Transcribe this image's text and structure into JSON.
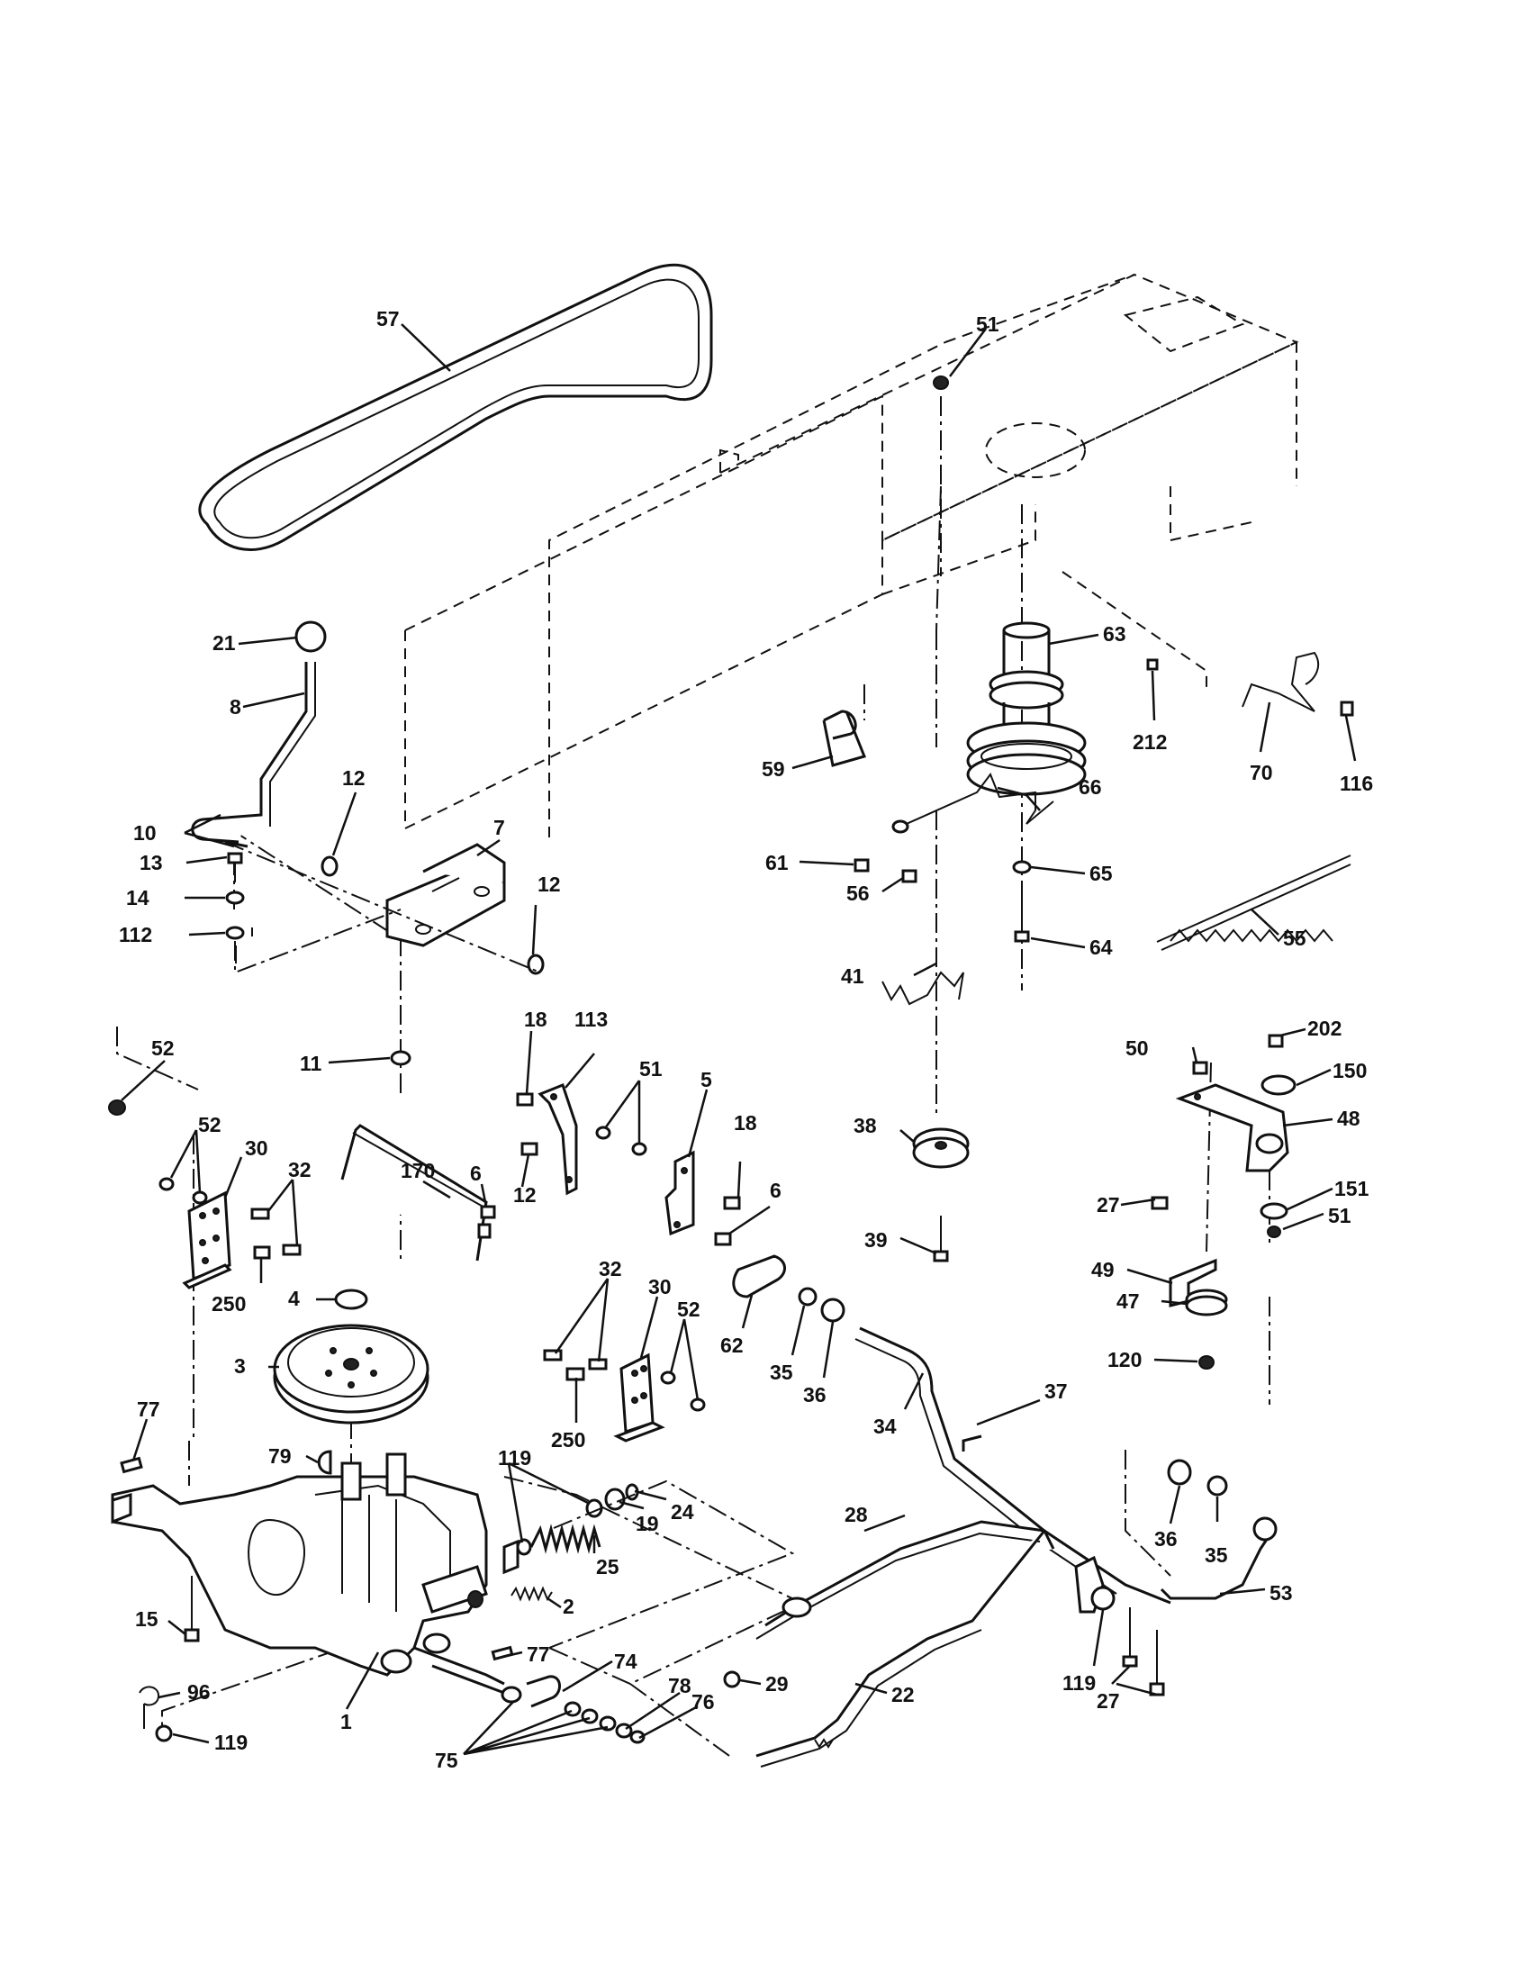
{
  "diagram": {
    "callouts": [
      "57",
      "51",
      "63",
      "212",
      "70",
      "116",
      "21",
      "8",
      "12",
      "10",
      "7",
      "13",
      "14",
      "112",
      "59",
      "61",
      "66",
      "56",
      "65",
      "64",
      "55",
      "11",
      "52",
      "18",
      "113",
      "51",
      "5",
      "6",
      "30",
      "32",
      "170",
      "6",
      "250",
      "4",
      "3",
      "77",
      "79",
      "15",
      "41",
      "50",
      "202",
      "150",
      "48",
      "38",
      "27",
      "151",
      "51",
      "39",
      "49",
      "47",
      "120",
      "32",
      "30",
      "52",
      "250",
      "62",
      "35",
      "36",
      "34",
      "37",
      "119",
      "19",
      "24",
      "25",
      "2",
      "28",
      "36",
      "35",
      "53",
      "77",
      "74",
      "29",
      "22",
      "119",
      "27",
      "1",
      "96",
      "119",
      "75",
      "78",
      "76",
      "18",
      "6",
      "12"
    ]
  }
}
